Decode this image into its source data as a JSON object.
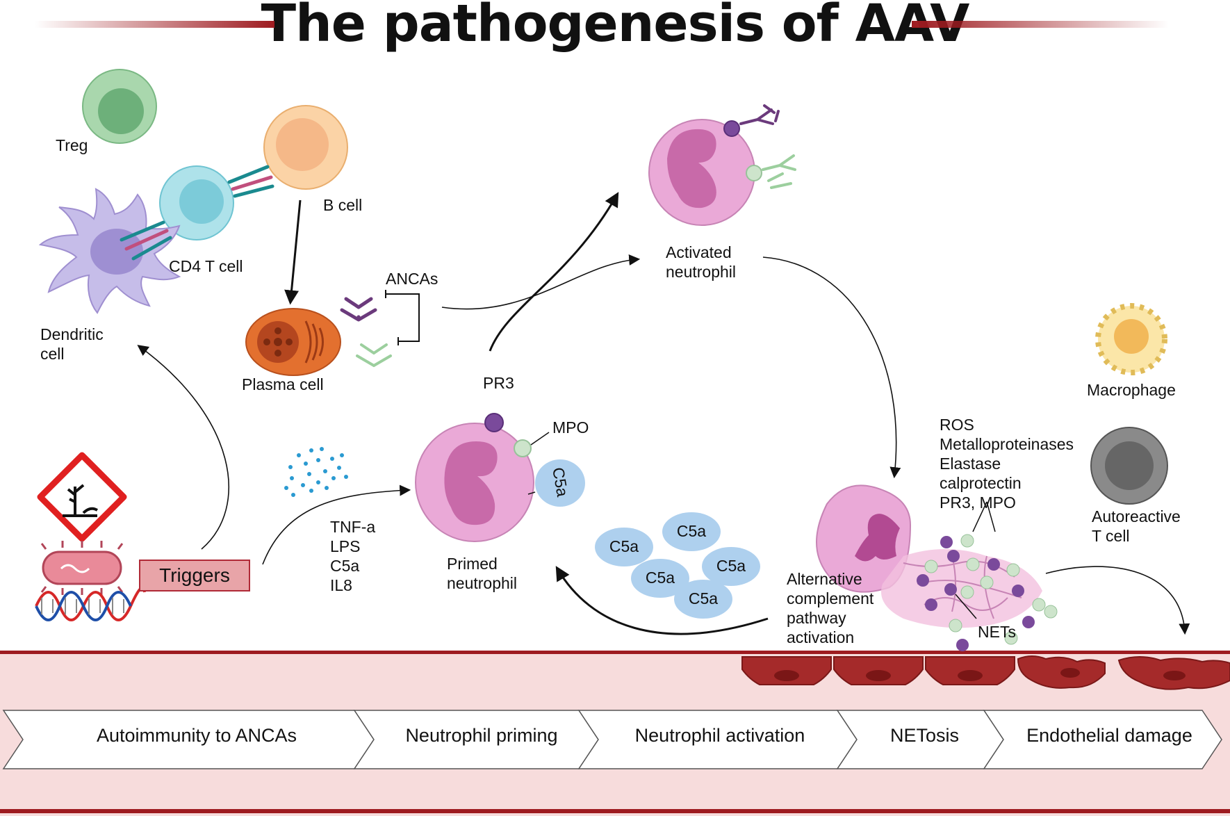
{
  "title": "The pathogenesis of AAV",
  "cells": {
    "treg": "Treg",
    "b_cell": "B cell",
    "cd4_t_cell": "CD4 T cell",
    "dendritic_cell": [
      "Dendritic",
      "cell"
    ],
    "plasma_cell": "Plasma cell",
    "activated_neutrophil": [
      "Activated",
      "neutrophil"
    ],
    "primed_neutrophil": [
      "Primed",
      "neutrophil"
    ],
    "macrophage": "Macrophage",
    "autoreactive_t_cell": [
      "Autoreactive",
      "T cell"
    ]
  },
  "labels": {
    "ancas": "ANCAs",
    "pr3": "PR3",
    "mpo": "MPO",
    "c5a": "C5a",
    "triggers": "Triggers",
    "priming_factors": [
      "TNF-a",
      "LPS",
      "C5a",
      "IL8"
    ],
    "mediators": [
      "ROS",
      "Metalloproteinases",
      "Elastase",
      "calprotectin",
      "PR3, MPO"
    ],
    "complement": [
      "Alternative",
      "complement",
      "pathway",
      "activation"
    ],
    "nets": "NETs"
  },
  "stages": [
    "Autoimmunity to ANCAs",
    "Neutrophil priming",
    "Neutrophil activation",
    "NETosis",
    "Endothelial damage"
  ],
  "colors": {
    "accent_red": "#9e1b20",
    "vessel_pink": "#f7dcdc",
    "neutrophil_pink": "#e9a8d6",
    "c5a_blue": "#aed0ee"
  }
}
